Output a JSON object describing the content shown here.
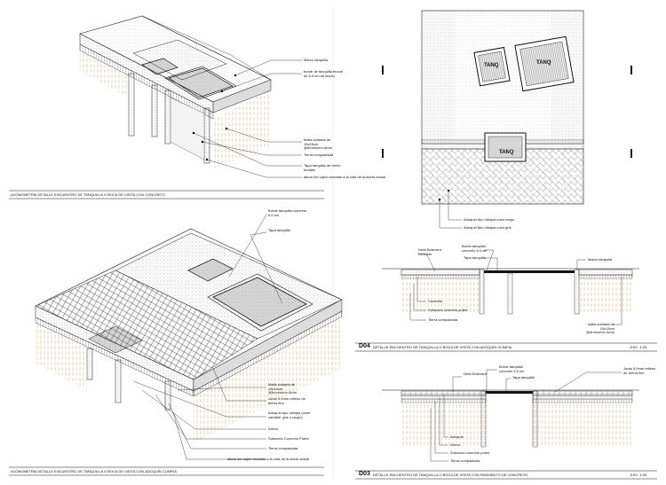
{
  "d01": {
    "caption": "AXONOMETRÍA DETALLE ENCUENTRO DE TANQUILLA O BOCA DE VISITA CON CONCRETO",
    "labels": [
      "Marco tanquilla",
      "borde de tanquilla brocal de 5.0 cm de ancho",
      "Malla soldada de 15x15cm @6mm/mm=4mm",
      "Tierra compactada",
      "Tapa tanquilla de hierro fundido",
      "altura del cajón nivelado a la cota de la acera actual"
    ]
  },
  "d02": {
    "caption": "AXONOMETRÍA DETALLE ENCUENTRO DE TANQUILLA O BOCA DE VISITA CON ADOQUÍN CLIMPIA",
    "labels": [
      "Borde tanquilla concreto 5.0 cm",
      "Tapa tanquilla",
      "Malla soldada de 15x15cm @6mm/mm=4mm",
      "Junta 5.0mm relleno de arena fino",
      "Adoquín tipo olimpia (color variable: gris o negro)",
      "Arena",
      "Subsuelo Concreto Pobre",
      "Tierra compactada",
      "altura del cajón nivelado a la cota de la acera actual"
    ]
  },
  "plan": {
    "tanq_labels": [
      "TANQ",
      "TANQ",
      "TANQ"
    ],
    "legend": [
      "Adoquín tipo olimpia color negro",
      "Adoquín tipo olimpia color gris"
    ]
  },
  "d04": {
    "code": "D04",
    "caption": "DETALLE ENCUENTRO DE TANQUILLA O BOCA DE VISITA CON ADOQUÍN CLIMPIA",
    "scale": "ESC: 1:25",
    "labels": [
      "Nivel Bulevard concreto",
      "Borde tanquilla concreto 5.0 cm",
      "Tapa tanquilla",
      "Marco tanquilla",
      "Concreto",
      "Subsuelo concreto pobre",
      "Tierra compactada",
      "malla soldada de 15x15cm @6mm/mm=4mm"
    ]
  },
  "d03": {
    "code": "D03",
    "caption": "DETALLE ENCUENTRO DE TANQUILLA O BOCA DE VISITA CON PAVIMENTO DE CONCRETO",
    "scale": "ESC: 1:25",
    "labels": [
      "Nivel Bulevard",
      "Borde tanquilla concreto 5.0 cm",
      "Tapa tanquilla",
      "Junta 5.0mm relleno de arena fino",
      "Adoquín",
      "Arena",
      "Subsuelo concreto pobre",
      "Tierra compactada"
    ]
  }
}
